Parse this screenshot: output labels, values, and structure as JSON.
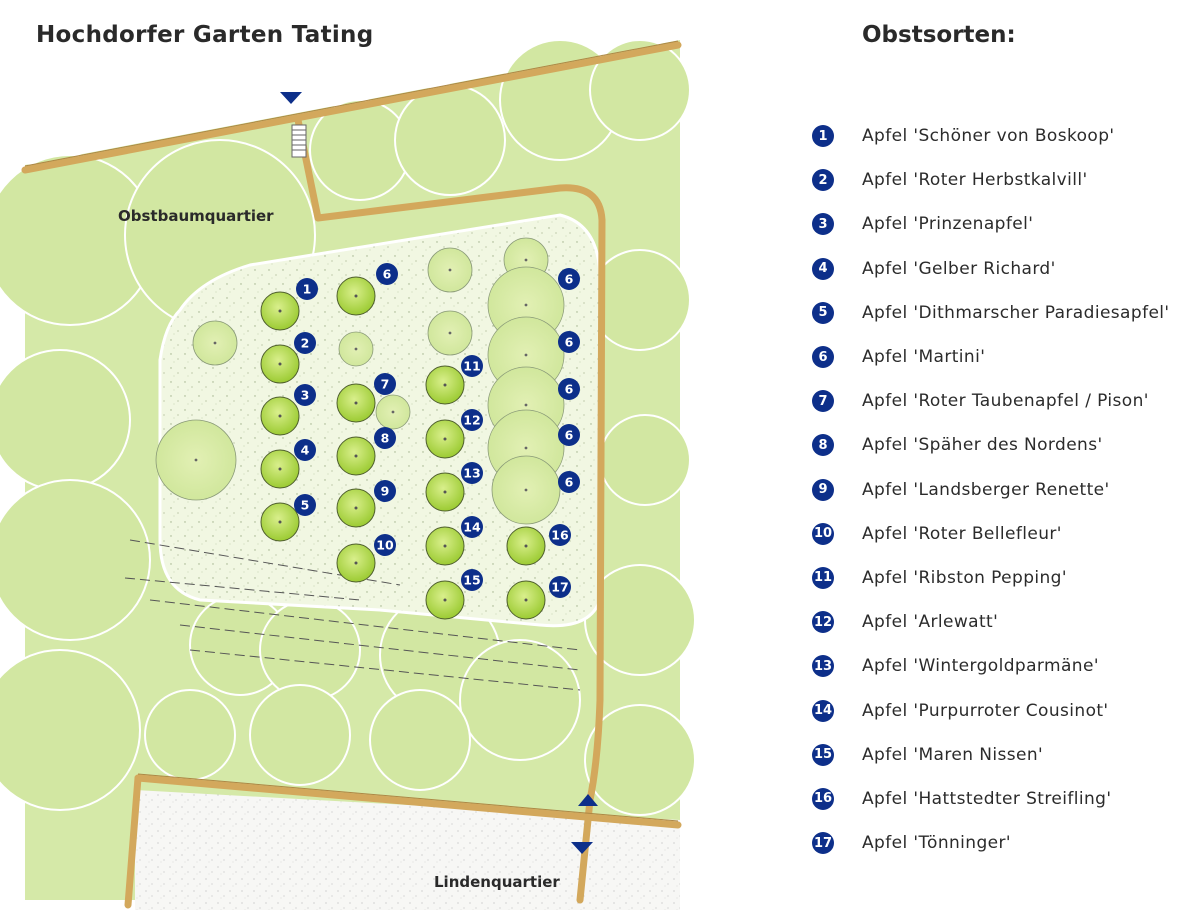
{
  "title": "Hochdorfer Garten Tating",
  "legend_title": "Obstsorten:",
  "map_labels": {
    "obstbaum": "Obstbaumquartier",
    "linden": "Lindenquartier"
  },
  "varieties": [
    {
      "num": "1",
      "name": "Apfel 'Schöner von Boskoop'"
    },
    {
      "num": "2",
      "name": "Apfel 'Roter Herbstkalvill'"
    },
    {
      "num": "3",
      "name": "Apfel 'Prinzenapfel'"
    },
    {
      "num": "4",
      "name": "Apfel 'Gelber Richard'"
    },
    {
      "num": "5",
      "name": "Apfel 'Dithmarscher Paradiesapfel'"
    },
    {
      "num": "6",
      "name": "Apfel 'Martini'"
    },
    {
      "num": "7",
      "name": "Apfel 'Roter Taubenapfel / Pison'"
    },
    {
      "num": "8",
      "name": "Apfel 'Späher des Nordens'"
    },
    {
      "num": "9",
      "name": "Apfel 'Landsberger Renette'"
    },
    {
      "num": "10",
      "name": "Apfel 'Roter Bellefleur'"
    },
    {
      "num": "11",
      "name": "Apfel 'Ribston Pepping'"
    },
    {
      "num": "12",
      "name": "Apfel 'Arlewatt'"
    },
    {
      "num": "13",
      "name": "Apfel 'Wintergoldparmäne'"
    },
    {
      "num": "14",
      "name": "Apfel 'Purpurroter Cousinot'"
    },
    {
      "num": "15",
      "name": "Apfel 'Maren Nissen'"
    },
    {
      "num": "16",
      "name": "Apfel 'Hattstedter Streifling'"
    },
    {
      "num": "17",
      "name": "Apfel 'Tönninger'"
    }
  ],
  "colors": {
    "hedge": "#d4e8a6",
    "lawn": "#eef6dc",
    "path": "#d6ad62",
    "tree": "#a8d044",
    "badge": "#0d2f8a"
  }
}
